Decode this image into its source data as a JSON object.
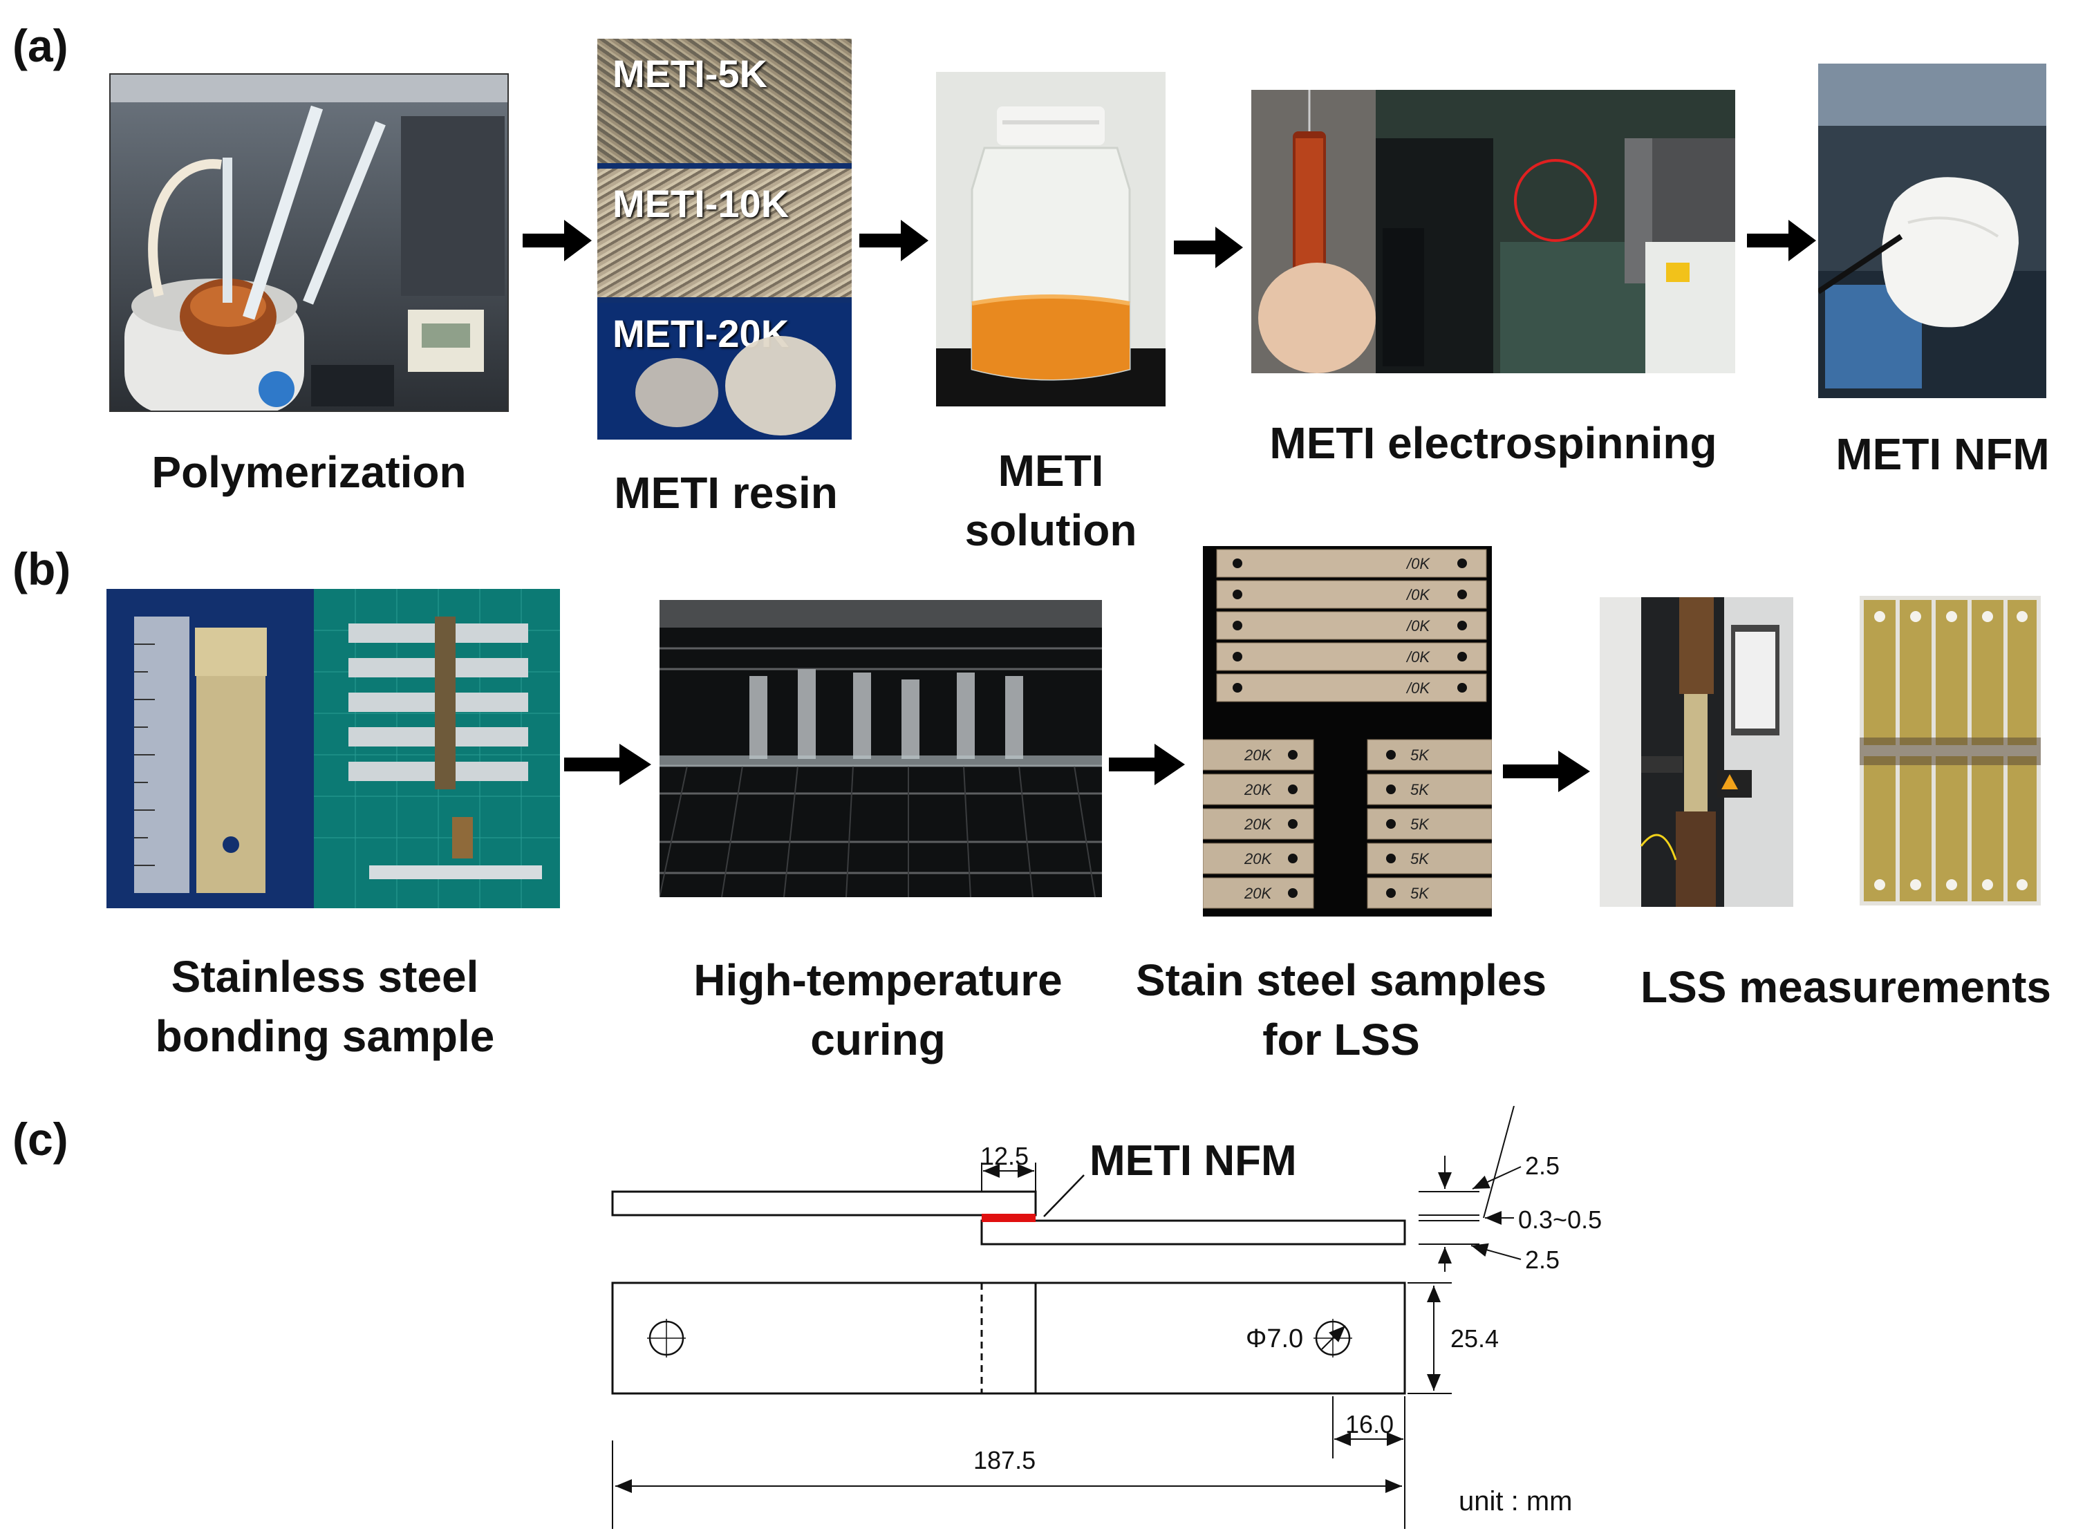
{
  "panels": {
    "a": "(a)",
    "b": "(b)",
    "c": "(c)"
  },
  "row_a": {
    "resin_labels": [
      "METI-5K",
      "METI-10K",
      "METI-20K"
    ],
    "captions": {
      "polymerization": "Polymerization",
      "resin": "METI resin",
      "solution": "METI\nsolution",
      "electrospinning": "METI electrospinning",
      "nfm": "METI NFM"
    }
  },
  "row_b": {
    "captions": {
      "bonding": "Stainless steel\nbonding sample",
      "curing": "High-temperature\ncuring",
      "samples": "Stain steel samples\nfor LSS",
      "lss": "LSS measurements"
    },
    "sample_labels_top": [
      "/0K",
      "/0K",
      "/0K",
      "/0K",
      "/0K"
    ],
    "sample_labels_left": [
      "20K",
      "20K",
      "20K",
      "20K",
      "20K"
    ],
    "sample_labels_right": [
      "5K",
      "5K",
      "5K",
      "5K",
      "5K"
    ]
  },
  "diagram": {
    "nfm_label": "METI NFM",
    "overlap": "12.5",
    "thickness_top": "2.5",
    "gap": "0.3~0.5",
    "thickness_bottom": "2.5",
    "width": "25.4",
    "hole": "Φ7.0",
    "hole_offset": "16.0",
    "length": "187.5",
    "unit": "unit : mm"
  },
  "colors": {
    "adhesive": "#e01010",
    "navy": "#0f2f6e",
    "green_mat": "#0c7a74",
    "amber": "#e89a3c"
  }
}
